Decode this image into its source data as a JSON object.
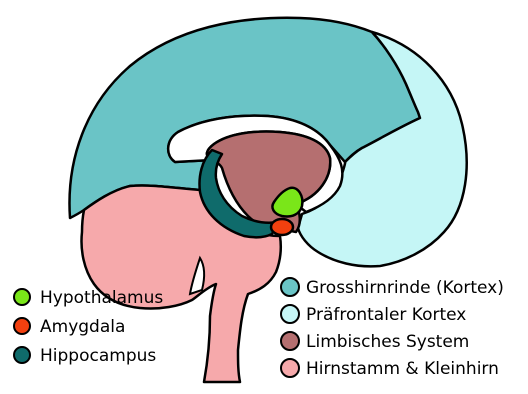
{
  "colors": {
    "cortex": "#6ac4c6",
    "prefrontal": "#c5f6f6",
    "limbic": "#b56f70",
    "brainstem": "#f6a9ab",
    "hypothalamus": "#7ae619",
    "amygdala": "#f2400f",
    "hippocampus": "#0f6b6b",
    "outline": "#000000",
    "background": "#ffffff"
  },
  "legend_left": [
    {
      "label": "Hypothalamus",
      "color": "#7ae619"
    },
    {
      "label": "Amygdala",
      "color": "#f2400f"
    },
    {
      "label": "Hippocampus",
      "color": "#0f6b6b"
    }
  ],
  "legend_right": [
    {
      "label": "Grosshirnrinde (Kortex)",
      "color": "#6ac4c6"
    },
    {
      "label": "Präfrontaler Kortex",
      "color": "#c5f6f6"
    },
    {
      "label": "Limbisches System",
      "color": "#b56f70"
    },
    {
      "label": "Hirnstamm & Kleinhirn",
      "color": "#f6a9ab"
    }
  ]
}
